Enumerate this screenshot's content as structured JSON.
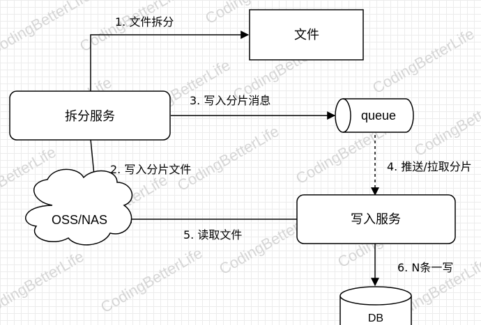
{
  "watermark": "CodingBetterLife",
  "nodes": {
    "file": "文件",
    "split_service": "拆分服务",
    "queue": "queue",
    "oss": "OSS/NAS",
    "write_service": "写入服务",
    "db": "DB"
  },
  "edges": {
    "e1": "1. 文件拆分",
    "e2": "2. 写入分片文件",
    "e3": "3. 写入分片消息",
    "e4": "4. 推送/拉取分片",
    "e5": "5. 读取文件",
    "e6": "6. N条一写"
  }
}
